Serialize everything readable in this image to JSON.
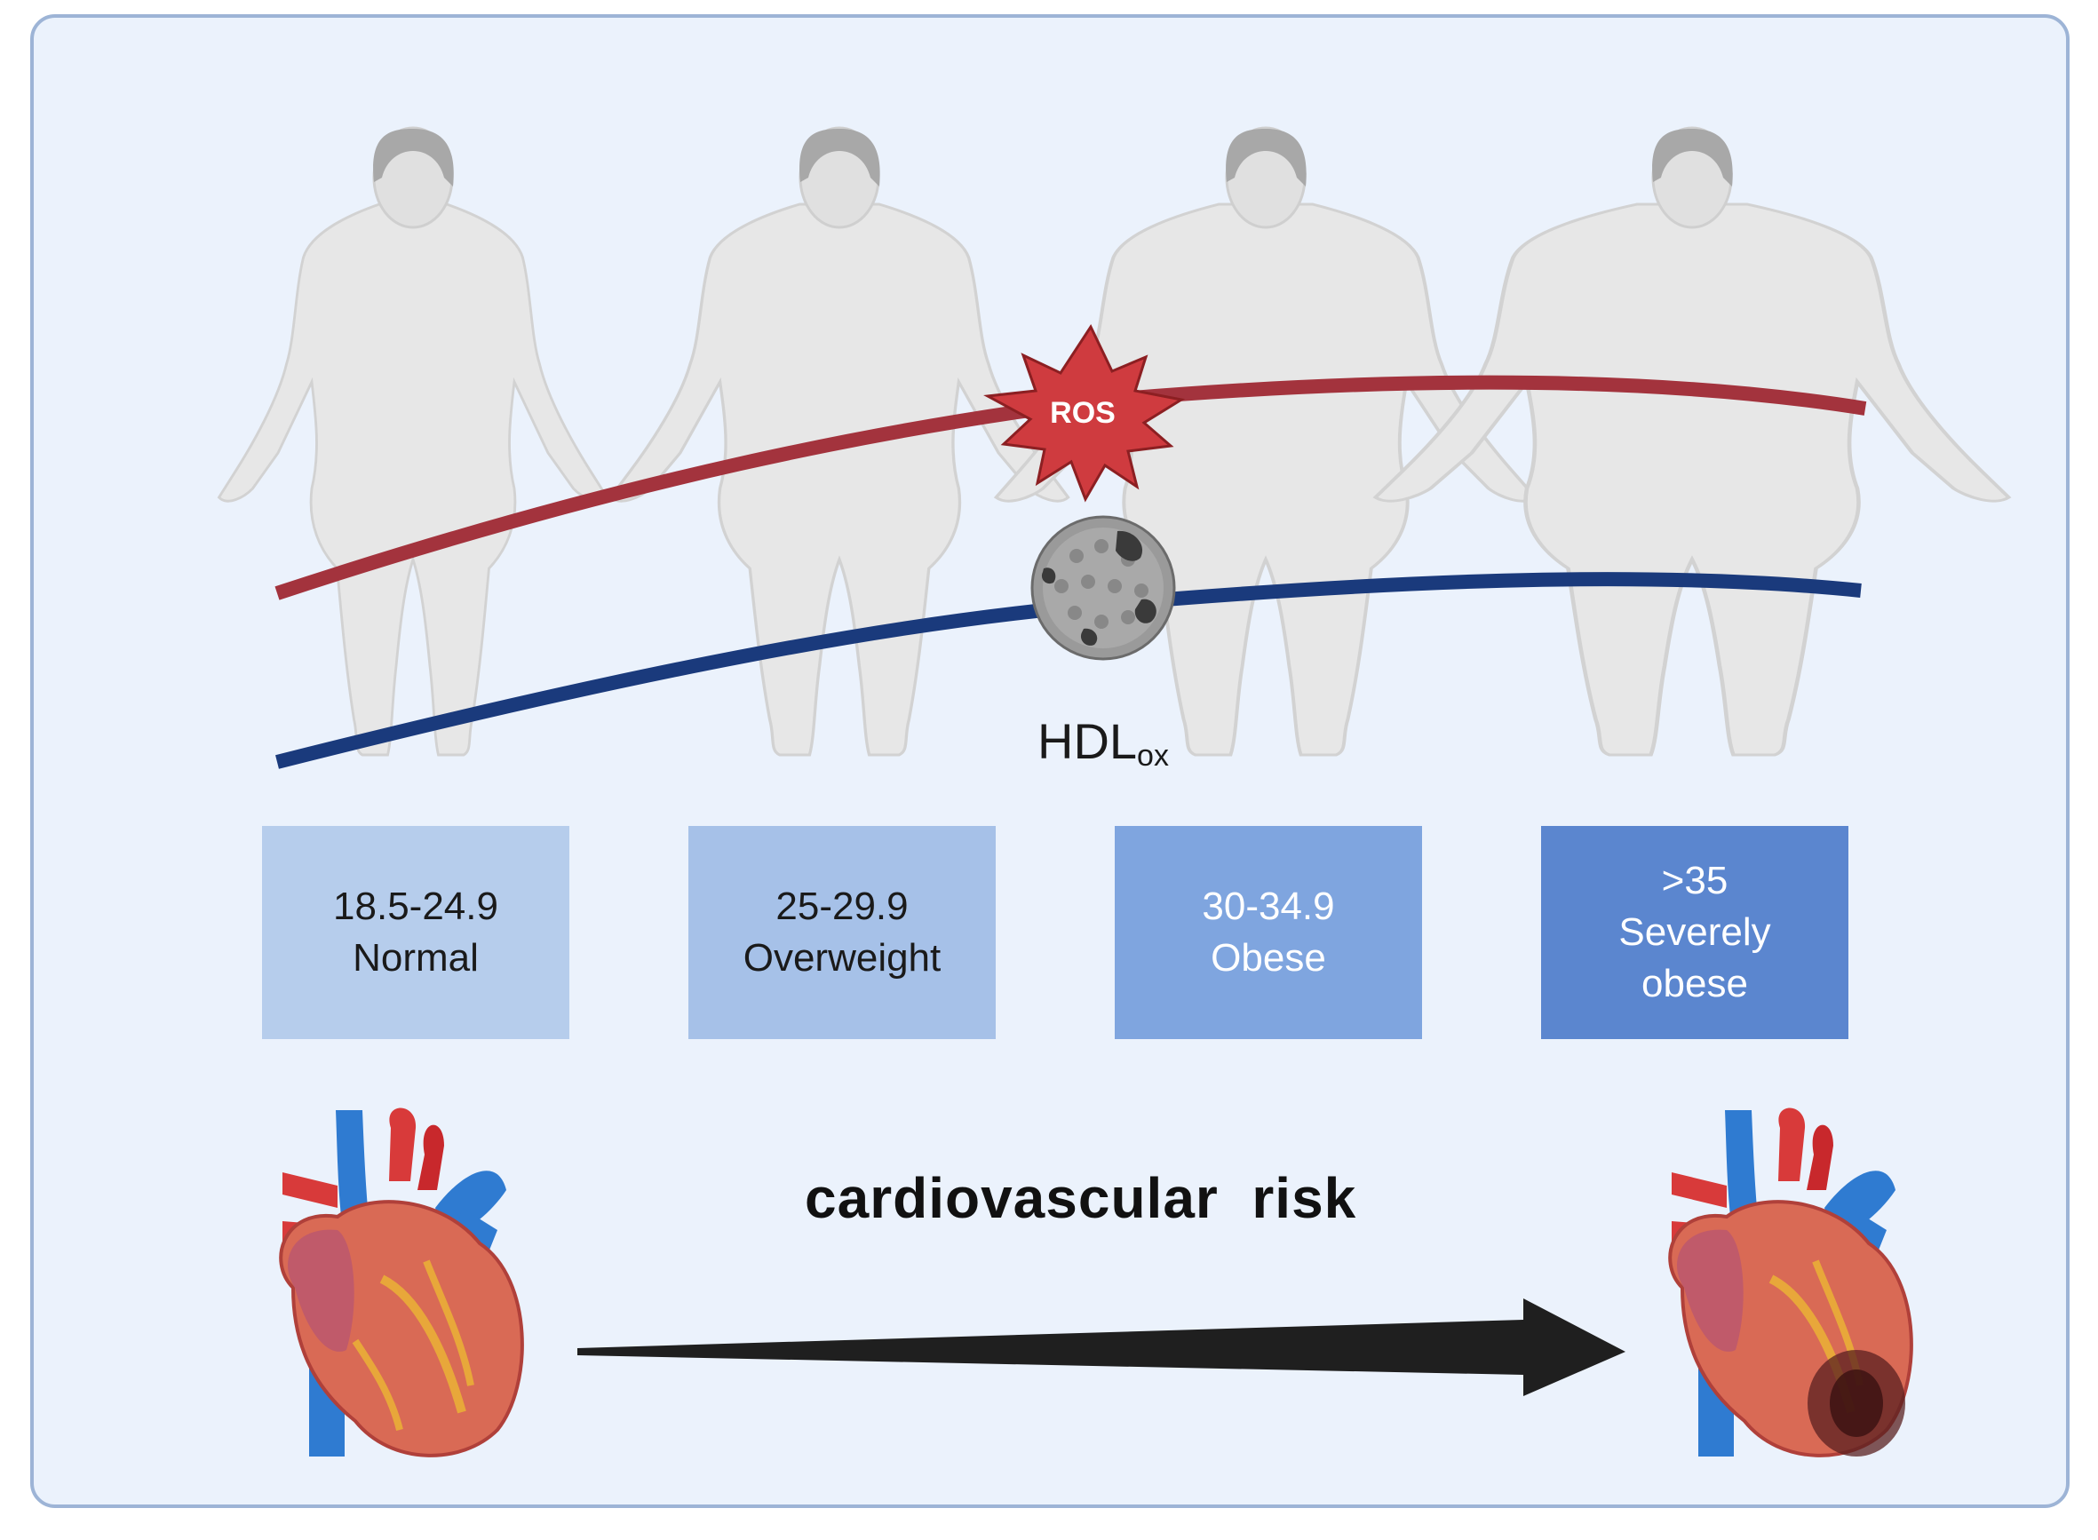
{
  "hdl": {
    "base": "HDL",
    "sub": "ox"
  },
  "ros_label": "ROS",
  "bmi_categories": [
    {
      "range": "18.5-24.9",
      "label": "Normal",
      "color": "#b6cdec",
      "text_color": "#1a1a1a"
    },
    {
      "range": "25-29.9",
      "label": "Overweight",
      "color": "#a6c1e8",
      "text_color": "#1a1a1a"
    },
    {
      "range": "30-34.9",
      "label": "Obese",
      "color": "#7fa5df",
      "text_color": "#ffffff"
    },
    {
      "range": ">35",
      "label": "Severely obese",
      "label_line1": "Severely",
      "label_line2": "obese",
      "color": "#5b86cf",
      "text_color": "#ffffff"
    }
  ],
  "risk_label": "cardiovascular  risk",
  "colors": {
    "background": "#ebf2fc",
    "border": "#9db4d6",
    "ros_line": "#a3333d",
    "hdl_line": "#1a3a7c",
    "arrow": "#1f1f1f",
    "figure": "#e7e7e7",
    "figure_outline": "#cfcfcf",
    "head": "#a8a8a8"
  }
}
